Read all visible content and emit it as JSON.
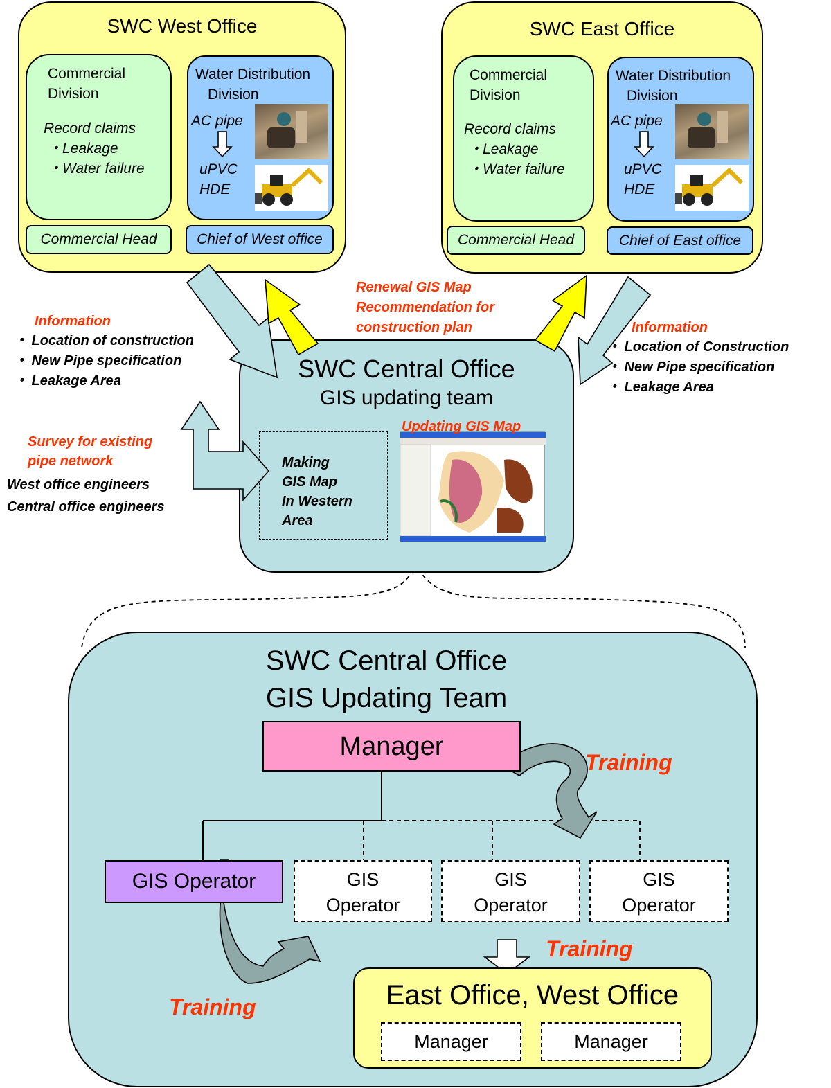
{
  "west": {
    "title": "SWC West Office",
    "commercial": {
      "title_line1": "Commercial",
      "title_line2": "Division",
      "record": "Record claims",
      "item1": "・Leakage",
      "item2": "・Water failure",
      "head": "Commercial Head"
    },
    "water": {
      "title_line1": "Water Distribution",
      "title_line2": "Division",
      "ac_pipe": "AC pipe",
      "upvc": "uPVC",
      "hde": "HDE",
      "chief": "Chief of West office"
    }
  },
  "east": {
    "title": "SWC East Office",
    "commercial": {
      "title_line1": "Commercial",
      "title_line2": "Division",
      "record": "Record claims",
      "item1": "・Leakage",
      "item2": "・Water failure",
      "head": "Commercial Head"
    },
    "water": {
      "title_line1": "Water Distribution",
      "title_line2": "Division",
      "ac_pipe": "AC pipe",
      "upvc": "uPVC",
      "hde": "HDE",
      "chief": "Chief of East office"
    }
  },
  "renewal": {
    "line1": "Renewal GIS Map",
    "line2": "Recommendation for",
    "line3": "construction plan"
  },
  "info_left": {
    "title": "Information",
    "items": [
      "・ Location of construction",
      "・ New Pipe specification",
      "・ Leakage Area"
    ]
  },
  "info_right": {
    "title": "Information",
    "items": [
      "・ Location of Construction",
      "・ New Pipe specification",
      "・ Leakage Area"
    ]
  },
  "survey": {
    "line1": "Survey for existing",
    "line2": "pipe network",
    "eng1": "West office engineers",
    "eng2": "Central office engineers"
  },
  "central": {
    "title1": "SWC Central Office",
    "title2": "GIS updating team",
    "making": [
      "Making",
      "GIS Map",
      "In  Western",
      "Area"
    ],
    "updating": "Updating GIS Map"
  },
  "team": {
    "title1": "SWC Central Office",
    "title2": "GIS Updating Team",
    "manager": "Manager",
    "training_top": "Training",
    "operator_main": "GIS Operator",
    "operators": [
      {
        "line1": "GIS",
        "line2": "Operator"
      },
      {
        "line1": "GIS",
        "line2": "Operator"
      },
      {
        "line1": "GIS",
        "line2": "Operator"
      }
    ],
    "training_mid": "Training",
    "training_bottom": "Training",
    "offices": {
      "title": "East Office, West Office",
      "manager1": "Manager",
      "manager2": "Manager"
    }
  },
  "colors": {
    "office_fill": "#ffff99",
    "green_fill": "#ccffcc",
    "blue_fill": "#99ccff",
    "central_fill": "#bbe0e3",
    "manager_fill": "#ff99cc",
    "operator_fill": "#cc99ff",
    "accent_red": "#ff3300",
    "yellow_arrow": "#ffff00"
  }
}
